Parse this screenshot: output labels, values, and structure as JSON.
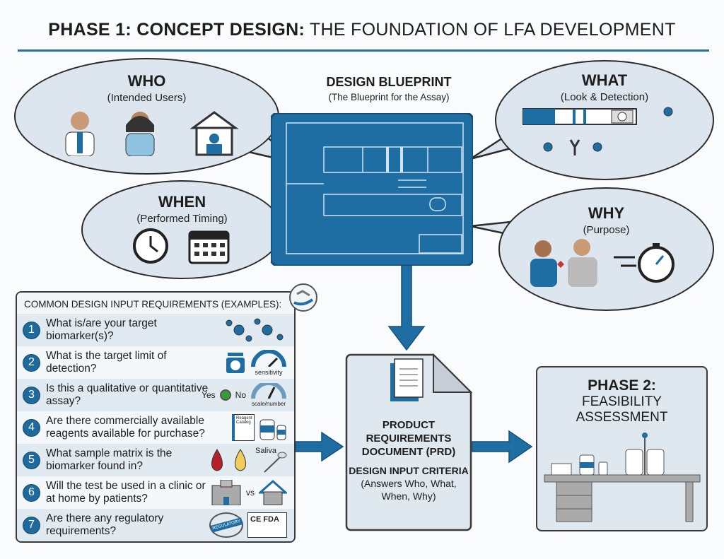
{
  "title": {
    "bold": "PHASE 1: CONCEPT DESIGN:",
    "rest": " THE FOUNDATION OF LFA DEVELOPMENT"
  },
  "who": {
    "heading": "WHO",
    "sub": "(Intended Users)"
  },
  "when": {
    "heading": "WHEN",
    "sub": "(Performed Timing)"
  },
  "what": {
    "heading": "WHAT",
    "sub": "(Look & Detection)"
  },
  "why": {
    "heading": "WHY",
    "sub": "(Purpose)"
  },
  "blueprint": {
    "heading": "DESIGN BLUEPRINT",
    "sub": "(The Blueprint for the Assay)"
  },
  "panel": {
    "header": "COMMON DESIGN INPUT REQUIREMENTS (EXAMPLES):",
    "items": [
      {
        "n": "1",
        "q": "What is/are your target biomarker(s)?"
      },
      {
        "n": "2",
        "q": "What is the target limit of detection?",
        "label": "sensitivity"
      },
      {
        "n": "3",
        "q": "Is this a qualitative or quantitative assay?",
        "yes": "Yes",
        "no": "No",
        "label": "scale/number"
      },
      {
        "n": "4",
        "q": "Are there commercially available reagents available for purchase?",
        "label": "Reagent Catalog"
      },
      {
        "n": "5",
        "q": "What sample matrix is the biomarker found in?",
        "label": "Saliva"
      },
      {
        "n": "6",
        "q": "Will the test be used in a clinic or at home by patients?",
        "label": "vs"
      },
      {
        "n": "7",
        "q": "Are there any regulatory requirements?",
        "stamp": "REGULATORY",
        "marks": "CE FDA"
      }
    ]
  },
  "prd": {
    "title": "PRODUCT REQUIREMENTS DOCUMENT (PRD)",
    "sub": "DESIGN INPUT CRITERIA",
    "note": "(Answers Who, What, When, Why)"
  },
  "phase2": {
    "title": "PHASE 2:",
    "sub": "FEASIBILITY ASSESSMENT"
  },
  "colors": {
    "accent": "#1f6ea3",
    "bubble": "#dde6ee"
  }
}
